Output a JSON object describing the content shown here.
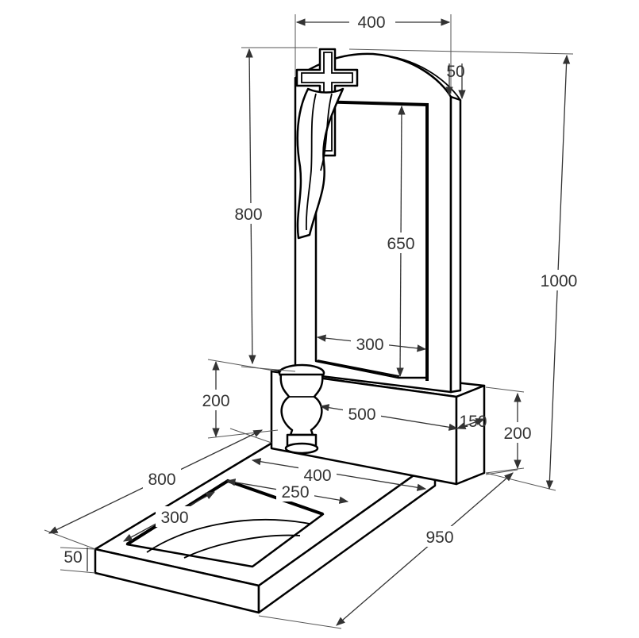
{
  "drawing": {
    "line_color": "#000000",
    "dim_color": "#333333",
    "background": "#ffffff"
  },
  "dimensions": {
    "stele_width": "400",
    "stele_thickness": "50",
    "stele_height": "800",
    "total_height": "1000",
    "panel_height": "650",
    "panel_width": "300",
    "vase_height": "200",
    "pedestal_length": "500",
    "pedestal_depth": "150",
    "pedestal_height": "200",
    "flowerbed_length": "800",
    "flowerbed_width": "400",
    "opening_width": "250",
    "opening_length": "300",
    "slab_thickness": "50",
    "total_length": "950"
  }
}
